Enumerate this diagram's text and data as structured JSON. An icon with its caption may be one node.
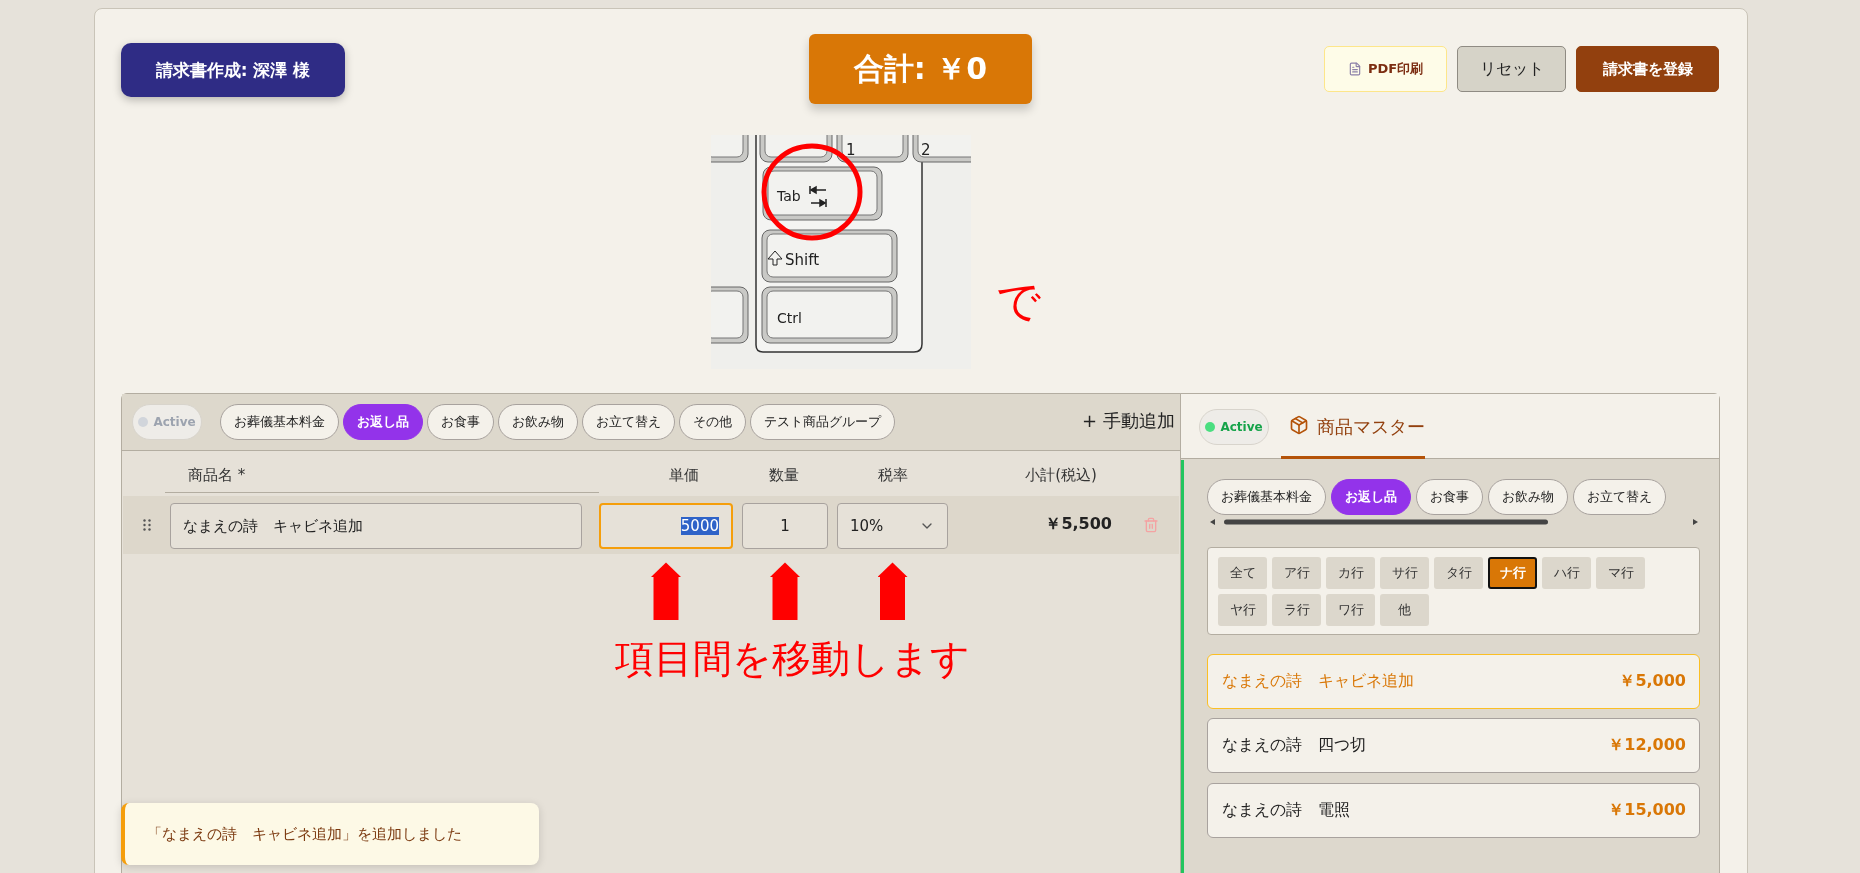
{
  "diagram": {
    "nodes": [
      {
        "text": [
          "項目間を移動します"
        ]
      },
      {
        "text": [
          "5000"
        ]
      },
      {
        "text": [
          "1"
        ]
      },
      {
        "text": [
          "10%"
        ]
      }
    ],
    "edges": [
      {
        "from": 0,
        "to": 1,
        "arrow": "to"
      },
      {
        "from": 0,
        "to": 2,
        "arrow": "to"
      },
      {
        "from": 0,
        "to": 3,
        "arrow": "to"
      }
    ],
    "labels": [
      "請求書作成: 深澤 様",
      "合計: ￥0",
      "PDF印刷",
      "リセット",
      "請求書を登録",
      "Tab",
      "Shift",
      "Ctrl",
      "1",
      "2",
      "で",
      "Active",
      "お葬儀基本料金",
      "お返し品",
      "お食事",
      "お飲み物",
      "お立て替え",
      "その他",
      "テスト商品グループ",
      "+ 手動追加",
      "商品名 *",
      "単価",
      "数量",
      "税率",
      "小計(税込)",
      "なまえの詩　キャビネ追加",
      "￥5,500",
      "Active",
      "商品マスター",
      "お葬儀基本料金",
      "お返し品",
      "お食事",
      "お飲み物",
      "お立て替え",
      "全て",
      "ア行",
      "カ行",
      "サ行",
      "タ行",
      "ナ行",
      "ハ行",
      "マ行",
      "ヤ行",
      "ラ行",
      "ワ行",
      "他",
      "なまえの詩　キャビネ追加",
      "￥5,000",
      "なまえの詩　四つ切",
      "￥12,000",
      "なまえの詩　電照",
      "￥15,000",
      "「なまえの詩　キャビネ追加」を追加しました"
    ]
  }
}
